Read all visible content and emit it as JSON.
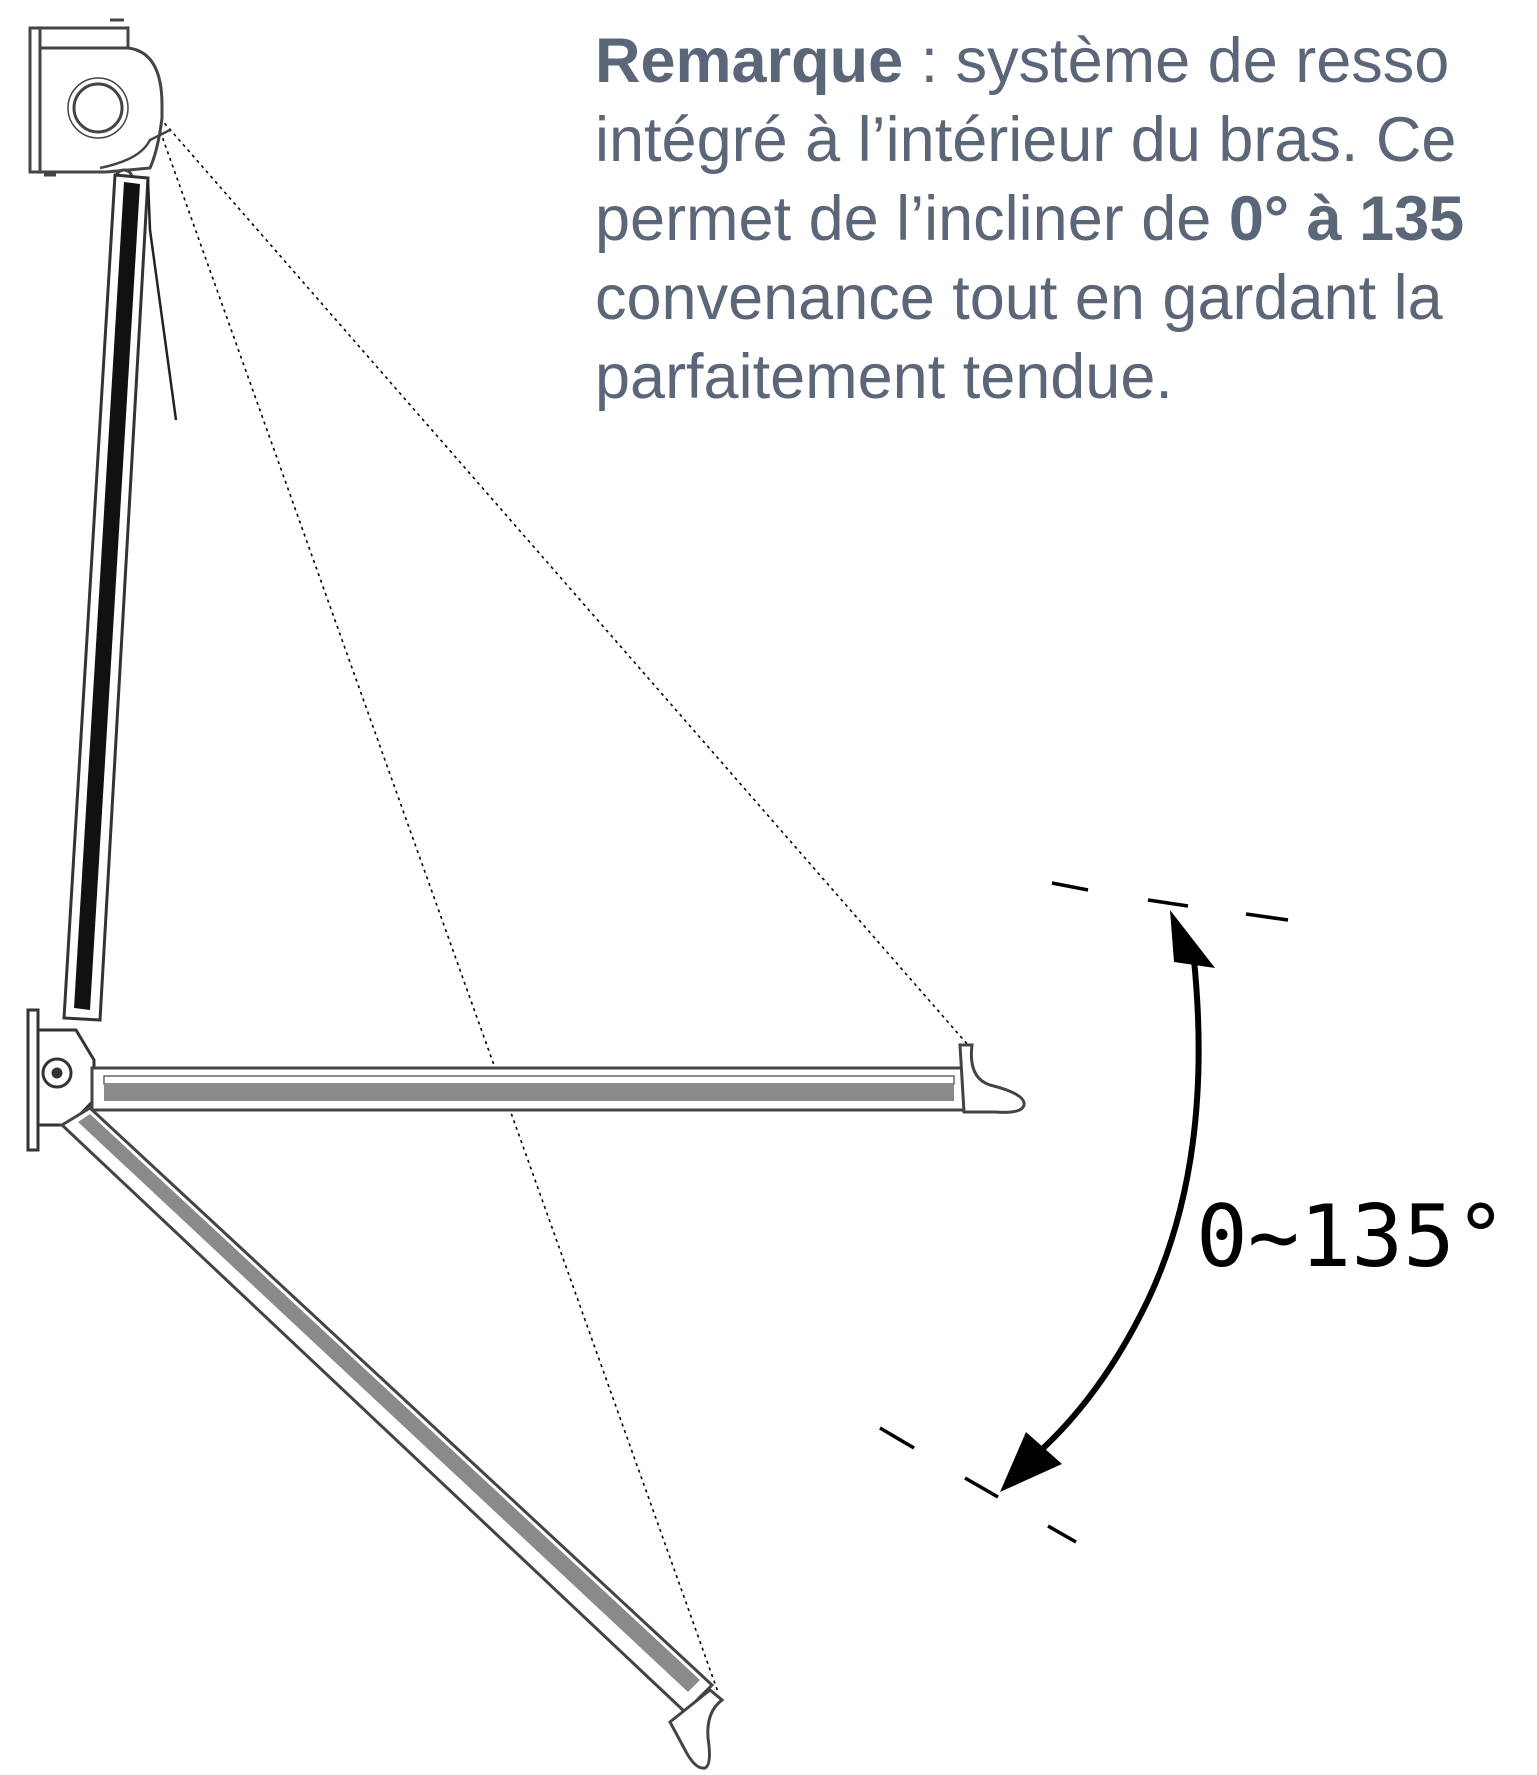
{
  "note": {
    "lines": [
      {
        "bold": "Remarque",
        "text": " : système de resso"
      },
      {
        "text": "intégré à l’intérieur du bras. Ce"
      },
      {
        "text": "permet de l’incliner de ",
        "bold": "0° à 135"
      },
      {
        "text": "convenance tout en gardant la"
      },
      {
        "text": "parfaitement tendue."
      }
    ]
  },
  "angle_label": "0~135°",
  "colors": {
    "text": "#5b6678",
    "arm_dark": "#111111",
    "arm_grey": "#8a8a8a",
    "outline": "#444444"
  },
  "icons": [
    "awning-arm-raised",
    "awning-arm-horizontal",
    "awning-arm-lowered",
    "rotation-arrow-icon"
  ]
}
